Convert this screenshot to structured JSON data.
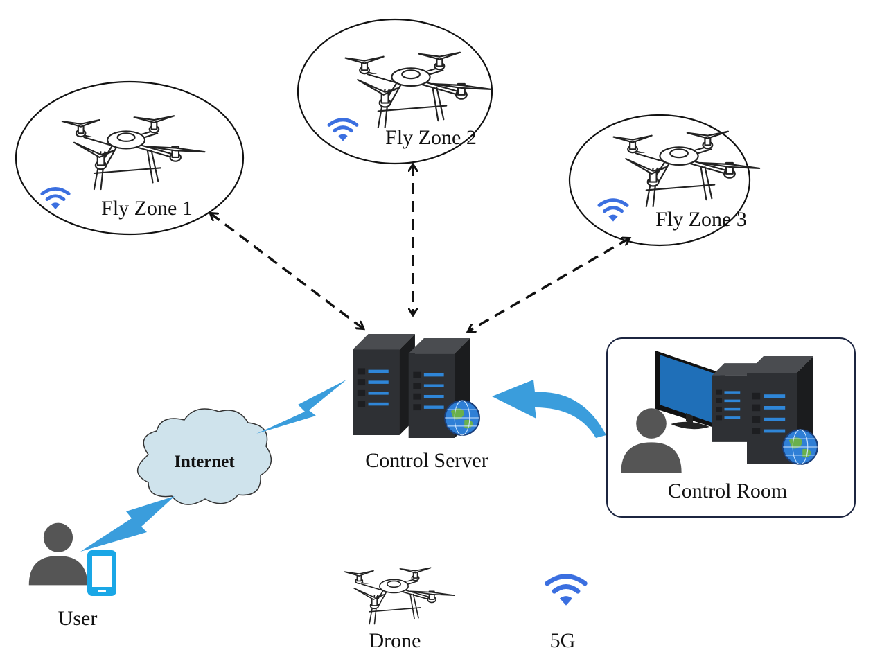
{
  "zones": [
    {
      "label": "Fly Zone 1"
    },
    {
      "label": "Fly Zone 2"
    },
    {
      "label": "Fly Zone 3"
    }
  ],
  "server": {
    "label": "Control Server"
  },
  "control_room": {
    "label": "Control Room"
  },
  "internet": {
    "label": "Internet"
  },
  "user": {
    "label": "User"
  },
  "legend": {
    "drone": "Drone",
    "fiveg": "5G"
  },
  "colors": {
    "wifi": "#3b6fe0",
    "lightning": "#3a9ddc",
    "arrow": "#3a9ddc",
    "cloud": "#cfe3ec",
    "rack": "#2b2d30",
    "rack_led": "#2f86d8",
    "phone": "#1aa7e6",
    "person": "#555555"
  },
  "icons": [
    "drone-icon",
    "wifi-icon",
    "server-icon",
    "globe-icon",
    "monitor-icon",
    "person-icon",
    "smartphone-icon",
    "cloud-icon",
    "lightning-icon"
  ]
}
